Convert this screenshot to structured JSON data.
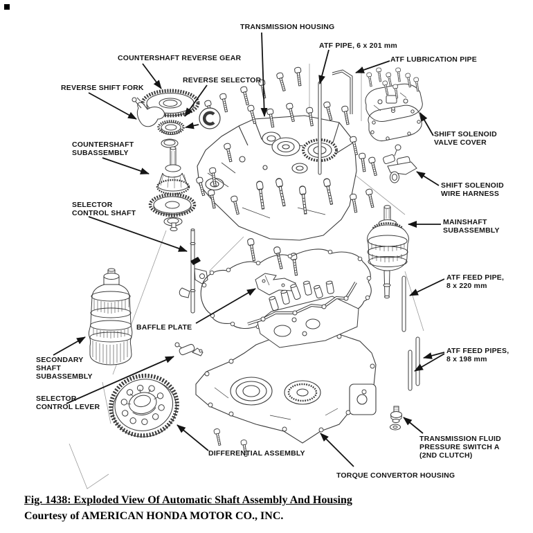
{
  "figure": {
    "caption_line1": "Fig. 1438: Exploded View Of Automatic Shaft Assembly And Housing",
    "caption_line2": "Courtesy of AMERICAN HONDA MOTOR CO., INC."
  },
  "labels": {
    "transmission_housing": "TRANSMISSION HOUSING",
    "atf_pipe": "ATF PIPE, 6 x 201 mm",
    "atf_lubrication_pipe": "ATF LUBRICATION PIPE",
    "countershaft_reverse_gear": "COUNTERSHAFT REVERSE GEAR",
    "reverse_selector": "REVERSE SELECTOR",
    "reverse_shift_fork": "REVERSE SHIFT FORK",
    "countershaft_subassembly": "COUNTERSHAFT\nSUBASSEMBLY",
    "selector_control_shaft": "SELECTOR\nCONTROL SHAFT",
    "shift_solenoid_valve_cover": "SHIFT SOLENOID\nVALVE COVER",
    "shift_solenoid_wire_harness": "SHIFT SOLENOID\nWIRE HARNESS",
    "mainshaft_subassembly": "MAINSHAFT\nSUBASSEMBLY",
    "atf_feed_pipe_220": "ATF FEED PIPE,\n8 x 220 mm",
    "atf_feed_pipes_198": "ATF FEED PIPES,\n8 x 198 mm",
    "transmission_fluid_pressure_switch": "TRANSMISSION FLUID\nPRESSURE SWITCH A\n(2ND CLUTCH)",
    "secondary_shaft_subassembly": "SECONDARY\nSHAFT\nSUBASSEMBLY",
    "baffle_plate": "BAFFLE PLATE",
    "selector_control_lever": "SELECTOR\nCONTROL LEVER",
    "differential_assembly": "DIFFERENTIAL ASSEMBLY",
    "torque_convertor_housing": "TORQUE CONVERTOR HOUSING"
  },
  "colors": {
    "ink": "#141414",
    "line_art": "#3a3a3a",
    "faint": "#9a9a9a"
  }
}
